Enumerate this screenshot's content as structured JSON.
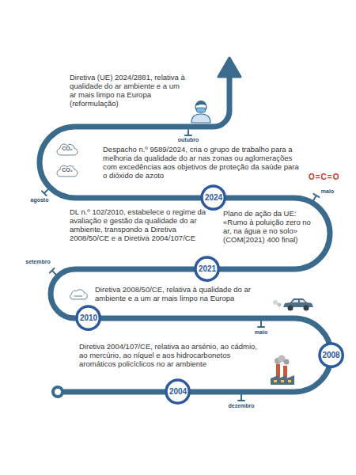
{
  "diagram": {
    "nodes": [
      {
        "text": [
          "CO₂"
        ]
      },
      {
        "text": [
          "CO₂"
        ]
      },
      {
        "text": [
          "2024"
        ]
      },
      {
        "text": [
          "2021"
        ]
      },
      {
        "text": [
          "2010"
        ]
      },
      {
        "text": [
          "2008"
        ]
      },
      {
        "text": [
          "2004"
        ]
      }
    ],
    "labels": [
      "Diretiva (UE) 2024/2881, relativa à qualidade do ar ambiente e a um ar mais limpo na Europa (reformulação)",
      "outubro",
      "Despacho n.º 9589/2024, cria o grupo de trabalho para a melhoria da qualidade do ar nas zonas ou aglomerações com excedências aos objetivos de proteção da saúde para o dióxido de azoto",
      "O=C=O",
      "maio",
      "agosto",
      "DL n.º 102/2010, estabelece o regime da avaliação e gestão da qualidade do ar ambiente, transpondo a Diretiva 2008/50/CE e a Diretiva 2004/107/CE",
      "Plano de ação da UE: «Rumo à poluição zero no ar, na água e no solo» (COM(2021) 400 final)",
      "setembro",
      "Diretiva 2008/50/CE, relativa à qualidade do ar ambiente e a um ar mais limpo na Europa",
      "maio",
      "Diretiva 2004/107/CE, relativa ao arsénio, ao cádmio, ao mercúrio, ao níquel e aos hidrocarbonetos aromáticos policíclicos no ar ambiente",
      "dezembro"
    ]
  }
}
